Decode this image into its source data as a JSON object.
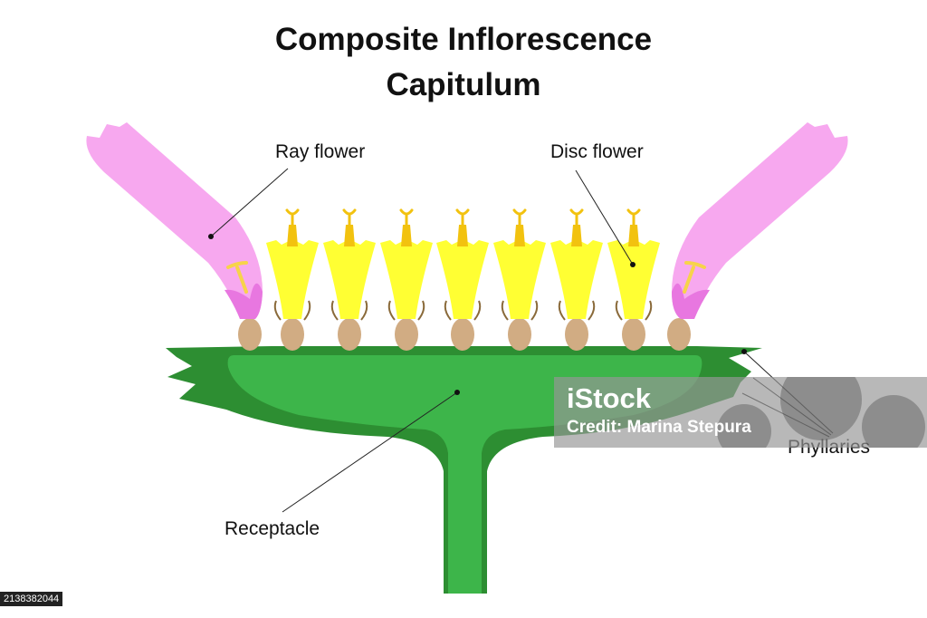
{
  "title": {
    "line1": "Composite Inflorescence",
    "line2": "Capitulum"
  },
  "labels": {
    "ray_flower": "Ray flower",
    "disc_flower": "Disc flower",
    "receptacle": "Receptacle",
    "phyllaries": "Phyllaries"
  },
  "watermark": {
    "logo": "iStock",
    "credit": "Credit: Marina Stepura"
  },
  "image_id": "2138382044",
  "colors": {
    "ray_petal": "#f7a8ef",
    "ray_petal_base": "#e877e0",
    "disc_corolla": "#ffff33",
    "disc_center": "#f2c20f",
    "ovary": "#d1ac83",
    "receptacle_light": "#3db54a",
    "receptacle_dark": "#2d8e32"
  }
}
